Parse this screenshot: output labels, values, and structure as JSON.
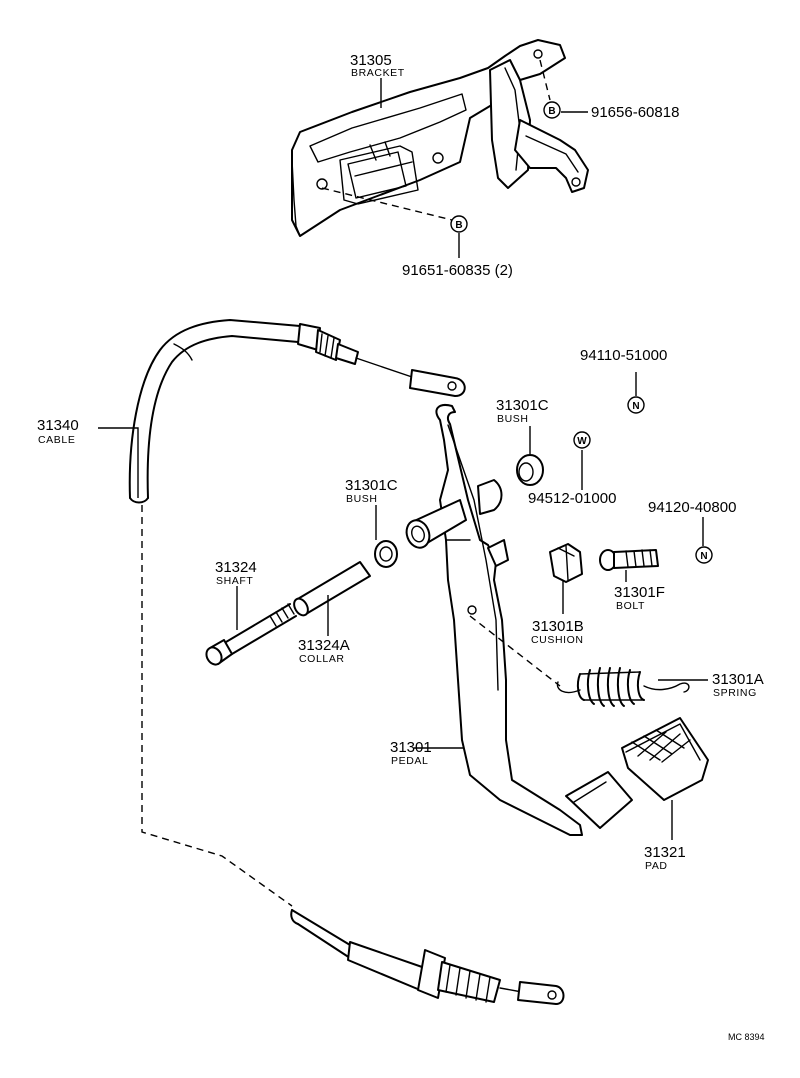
{
  "diagram": {
    "code": "MC 8394",
    "parts": {
      "bracket": {
        "number": "31305",
        "name": "BRACKET"
      },
      "bolt_bracket_top": {
        "number": "91656-60818",
        "symbol": "B"
      },
      "bolt_bracket_bottom": {
        "number": "91651-60835 (2)",
        "symbol": "B"
      },
      "cable": {
        "number": "31340",
        "name": "CABLE"
      },
      "nut_top": {
        "number": "94110-51000",
        "symbol": "N"
      },
      "bush_right": {
        "number": "31301C",
        "name": "BUSH"
      },
      "washer": {
        "number": "94512-01000",
        "symbol": "W"
      },
      "bush_left": {
        "number": "31301C",
        "name": "BUSH"
      },
      "nut_right": {
        "number": "94120-40800",
        "symbol": "N"
      },
      "shaft": {
        "number": "31324",
        "name": "SHAFT"
      },
      "cushion": {
        "number": "31301B",
        "name": "CUSHION"
      },
      "bolt": {
        "number": "31301F",
        "name": "BOLT"
      },
      "collar": {
        "number": "31324A",
        "name": "COLLAR"
      },
      "spring": {
        "number": "31301A",
        "name": "SPRING"
      },
      "pedal": {
        "number": "31301",
        "name": "PEDAL"
      },
      "pad": {
        "number": "31321",
        "name": "PAD"
      }
    }
  }
}
